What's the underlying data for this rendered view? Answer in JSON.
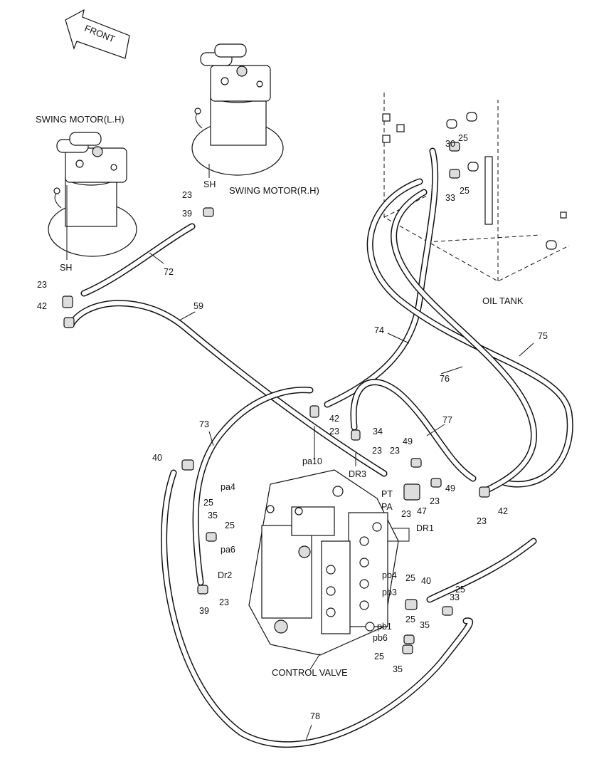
{
  "front_arrow": "FRONT",
  "components": {
    "swing_motor_lh": "SWING MOTOR(L.H)",
    "swing_motor_rh": "SWING MOTOR(R.H)",
    "oil_tank": "OIL TANK",
    "control_valve": "CONTROL VALVE"
  },
  "ports": {
    "sh_lh": "SH",
    "sh_rh": "SH",
    "pa10": "pa10",
    "dr3": "DR3",
    "pt": "PT",
    "pa": "PA",
    "dr1": "DR1",
    "pa4": "pa4",
    "pa6": "pa6",
    "dr2": "Dr2",
    "pb4": "pb4",
    "pb3": "pb3",
    "pb1": "pb1",
    "pb6": "pb6"
  },
  "callouts": [
    {
      "id": "c23a",
      "text": "23"
    },
    {
      "id": "c39a",
      "text": "39"
    },
    {
      "id": "c72",
      "text": "72"
    },
    {
      "id": "c23b",
      "text": "23"
    },
    {
      "id": "c42a",
      "text": "42"
    },
    {
      "id": "c59",
      "text": "59"
    },
    {
      "id": "c30",
      "text": "30"
    },
    {
      "id": "c25a",
      "text": "25"
    },
    {
      "id": "c33a",
      "text": "33"
    },
    {
      "id": "c25b",
      "text": "25"
    },
    {
      "id": "c74",
      "text": "74"
    },
    {
      "id": "c75",
      "text": "75"
    },
    {
      "id": "c76",
      "text": "76"
    },
    {
      "id": "c42b",
      "text": "42"
    },
    {
      "id": "c23c",
      "text": "23"
    },
    {
      "id": "c34",
      "text": "34"
    },
    {
      "id": "c23d",
      "text": "23"
    },
    {
      "id": "c77",
      "text": "77"
    },
    {
      "id": "c49a",
      "text": "49"
    },
    {
      "id": "c23e",
      "text": "23"
    },
    {
      "id": "c73",
      "text": "73"
    },
    {
      "id": "c40a",
      "text": "40"
    },
    {
      "id": "c25c",
      "text": "25"
    },
    {
      "id": "c35a",
      "text": "35"
    },
    {
      "id": "c25d",
      "text": "25"
    },
    {
      "id": "c49b",
      "text": "49"
    },
    {
      "id": "c23f",
      "text": "23"
    },
    {
      "id": "c47",
      "text": "47"
    },
    {
      "id": "c23g",
      "text": "23"
    },
    {
      "id": "c42c",
      "text": "42"
    },
    {
      "id": "c23h",
      "text": "23"
    },
    {
      "id": "c39b",
      "text": "39"
    },
    {
      "id": "c23i",
      "text": "23"
    },
    {
      "id": "c25e",
      "text": "25"
    },
    {
      "id": "c40b",
      "text": "40"
    },
    {
      "id": "c25f",
      "text": "25"
    },
    {
      "id": "c33b",
      "text": "33"
    },
    {
      "id": "c25g",
      "text": "25"
    },
    {
      "id": "c35b",
      "text": "35"
    },
    {
      "id": "c25h",
      "text": "25"
    },
    {
      "id": "c35c",
      "text": "35"
    },
    {
      "id": "c78",
      "text": "78"
    }
  ]
}
